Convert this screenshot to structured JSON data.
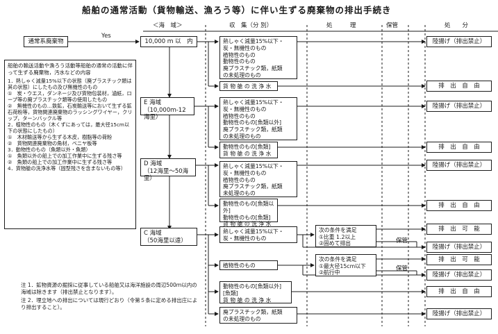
{
  "title": "船舶の通常活動（貨物輸送、漁ろう等）に伴い生ずる廃棄物の排出手続き",
  "headers": {
    "sea_area": "＜海　域＞",
    "collection": "収　集（分 別）",
    "processing": "処　　　理",
    "storage": "保管",
    "disposal": "処　　分"
  },
  "source": {
    "label": "通常系廃棄物",
    "yes": "Yes"
  },
  "info_box": {
    "title": "船舶の輸送活動や漁ろう活動等船舶の通常の活動に伴って生ずる廃棄物，汚水などの内容",
    "body": "1．熱しゃく減量15%以下の状態（廃プラスチック類は其の状態）にしたもの及び無機性のもの\n①　炭・ウエス，ダンネージ及び貨物包装材，滷紙，ロープ等の廃プラスチック類等の使用したもの\n②　無機性のもの…鉄鉱，石炭輸送等において生ずる鉱石荷粉等，貨物関連廃棄物のラッシングワイヤー，クリップ，ターンバックル等\n2．植物性のもの（木くずにあっては，最大径15cm以下の状態にしたもの）\n①　木材輸送等から生ずる木皮，樹脂等の荷粉\n②　貨物関連廃棄物の角材，ベニヤ板等\n3．動物性のもの（魚類以外・魚類）\n①　魚類以外の船上での加工作業中に生ずる残さ等\n②　魚類の船上での加工作業中に生ずる残さ等\n4．貨物艙の洗浄水等（固型残さを含まないもの等）"
  },
  "notes": [
    "注 1．鉱物資源の掘採に従事している船舶又は海洋施設の周辺500ｍ以内の海域は除きます（排出禁止となります）。",
    "注 2．埋立地への排出については現行どおり（令第５条に定める排出庄により排出すること）。"
  ],
  "sea_areas": [
    "10,000 ｍ 以　内",
    "E 海域\n（10,000ｍ-12海里）",
    "D 海域\n（12海里〜50海里）",
    "C 海域\n（50海里以遠）"
  ],
  "collection_items": [
    "熱しゃく減量15%以下・\n炭・無機性のもの\n植物性のもの\n動物性のもの\n廃プラスチック類，紙類\nの未処理のもの",
    "貨 物 艙 の 洗 浄 水",
    "熱しゃく減量15%以下・\n炭・無機性のもの\n植物性のもの\n動物性のもの[魚類以外]\n廃プラスチック類，紙類\nの未処理のもの",
    "動物性のもの[魚類]\n貨 物 艙 の 洗 浄 水",
    "熱しゃく減量15%以下・\n炭・無機性のもの\n植物性のもの\n廃プラスチック類，紙類\n未処理のもの",
    "動物性のもの[魚類以外]\n動物性のもの[魚類]\n貨 物 艙 の 洗 浄 水",
    "熱しゃく減量15%以下・\n炭・無機性のもの",
    "植物性のもの",
    "動物性のもの[魚類以外]\n[魚類]\n貨 物 艙 の 洗 浄 水",
    "廃プラスチック類，紙類\nの未処理のもの"
  ],
  "conditions": [
    "次の条件を満足\n①比重 1.2以上\n②固めて排出",
    "次の条件を満足\n①最大径15cm以下\n②航行中"
  ],
  "storage_labels": [
    "保管",
    "保管"
  ],
  "disposal_items": [
    "陸揚げ（排出禁止）",
    "排　出　自　由",
    "陸揚げ（排出禁止）",
    "排　出　自　由",
    "陸揚げ（排出禁止）",
    "排　出　自　由",
    "排　出　可　能",
    "陸揚げ（排出禁止）",
    "排　出　可　能",
    "陸揚げ（排出禁止）",
    "排　出　自　由",
    "陸揚げ（排出禁止）"
  ]
}
